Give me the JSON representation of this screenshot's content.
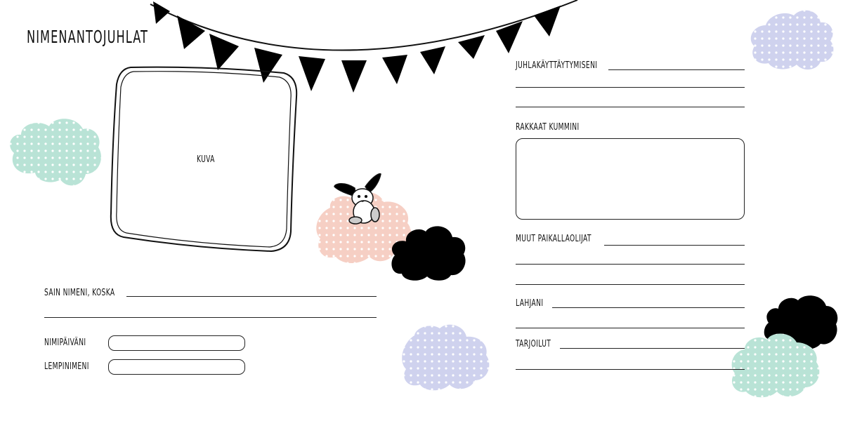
{
  "title": "NIMENANTOJUHLAT",
  "photo_placeholder": "KUVA",
  "left_fields": {
    "reason_label": "SAIN NIMENI, KOSKA",
    "name_day_label": "NIMIPÄIVÄNI",
    "nickname_label": "LEMPINIMENI"
  },
  "right_fields": {
    "party_behavior_label": "JUHLAKÄYTTÄYTYMISENI",
    "godparents_label": "RAKKAAT KUMMINI",
    "other_guests_label": "MUUT PAIKALLAOLIJAT",
    "gifts_label": "LAHJANI",
    "refreshments_label": "TARJOILUT"
  },
  "colors": {
    "ink": "#111111",
    "mint_cloud": "#b9e3d6",
    "lavender_cloud": "#cfd2ee",
    "peach_cloud": "#f6cfc4",
    "black_cloud": "#000000"
  }
}
